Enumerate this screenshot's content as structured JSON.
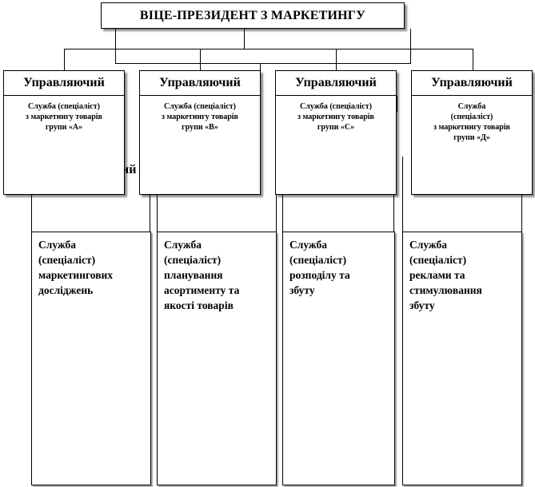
{
  "top": {
    "title": "ВІЦЕ-ПРЕЗИДЕНТ З МАРКЕТИНГУ"
  },
  "managers": [
    {
      "title": "Управляючий",
      "body": "Служба (спеціаліст)\nз маркетингу товарів\nгрупи «А»"
    },
    {
      "title": "Управляючий",
      "body": "Служба (спеціаліст)\nз маркетингу товарів\nгрупи «В»"
    },
    {
      "title": "Управляючий",
      "body": "Служба (спеціаліст)\nз маркетингу товарів\nгрупи «С»"
    },
    {
      "title": "Управляючий",
      "body": "Служба\n(спеціаліст)\nз маркетингу товарів\nгрупи «Д»"
    }
  ],
  "services": [
    {
      "text": "Служба\n(спеціаліст)\nмаркетингових\nдосліджень"
    },
    {
      "text": "Служба\n(спеціаліст)\nпланування\nасортименту та\nякості товарів"
    },
    {
      "text": "Служба\n(спеціаліст)\nрозподілу та\nзбуту"
    },
    {
      "text": "Служба\n(спеціаліст)\nреклами та\nстимулювання\nзбуту"
    }
  ],
  "ghost_text": "ий"
}
